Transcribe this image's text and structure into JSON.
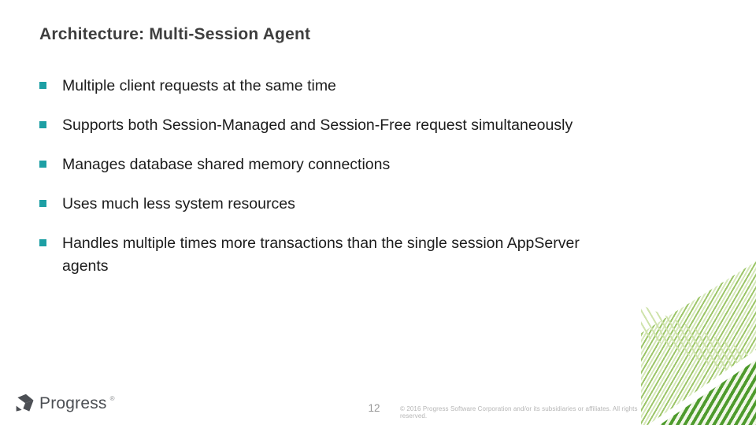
{
  "slide": {
    "title": "Architecture: Multi-Session Agent",
    "bullets": [
      "Multiple client requests at the same time",
      "Supports both Session-Managed and Session-Free request simultaneously",
      "Manages database shared memory connections",
      "Uses much less system resources",
      "Handles multiple times more transactions than the single session AppServer agents"
    ],
    "footer": {
      "logo_text": "Progress",
      "logo_trademark": "®",
      "page_number": "12",
      "copyright": "© 2016 Progress Software Corporation and/or its subsidiaries or affiliates. All rights reserved."
    },
    "colors": {
      "title_text": "#3e3e3e",
      "body_text": "#1c1c1c",
      "bullet_marker": "#1d9fa4",
      "logo": "#4c4f54",
      "accent_green_dark": "#4e9b2d",
      "accent_green_light": "#9dc669"
    }
  }
}
